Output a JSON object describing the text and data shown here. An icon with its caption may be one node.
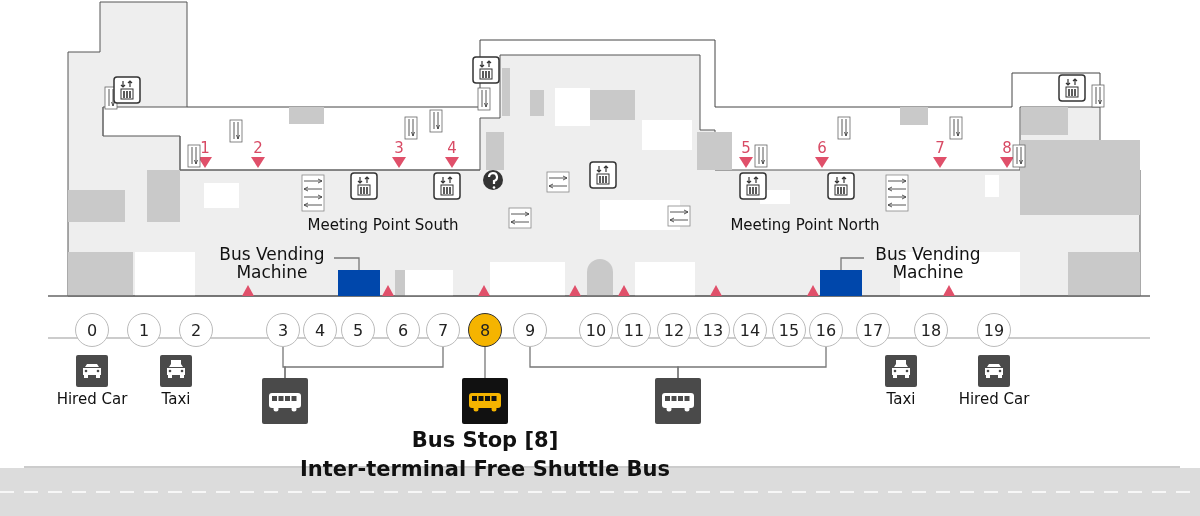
{
  "diagram": {
    "nodes": [
      {
        "text": [
          "0"
        ]
      },
      {
        "text": [
          "1"
        ]
      },
      {
        "text": [
          "2"
        ]
      },
      {
        "text": [
          "3"
        ]
      },
      {
        "text": [
          "4"
        ]
      },
      {
        "text": [
          "5"
        ]
      },
      {
        "text": [
          "6"
        ]
      },
      {
        "text": [
          "7"
        ]
      },
      {
        "text": [
          "8"
        ]
      },
      {
        "text": [
          "9"
        ]
      },
      {
        "text": [
          "10"
        ]
      },
      {
        "text": [
          "11"
        ]
      },
      {
        "text": [
          "12"
        ]
      },
      {
        "text": [
          "13"
        ]
      },
      {
        "text": [
          "14"
        ]
      },
      {
        "text": [
          "15"
        ]
      },
      {
        "text": [
          "16"
        ]
      },
      {
        "text": [
          "17"
        ]
      },
      {
        "text": [
          "18"
        ]
      },
      {
        "text": [
          "19"
        ]
      },
      {
        "text": [
          "Hired Car"
        ]
      },
      {
        "text": [
          "Taxi"
        ]
      },
      {
        "text": [],
        "shape": "picture"
      },
      {
        "text": [
          "Bus Stop [8]",
          "Inter-terminal Free Shuttle Bus"
        ]
      },
      {
        "text": [],
        "shape": "picture"
      },
      {
        "text": [
          "Taxi"
        ]
      },
      {
        "text": [
          "Hired Car"
        ]
      },
      {
        "text": [
          "Bus Vending Machine"
        ]
      },
      {
        "text": [],
        "shape": "box"
      },
      {
        "text": [
          "Bus Vending Machine"
        ]
      },
      {
        "text": [],
        "shape": "box"
      }
    ],
    "edges": [
      {
        "from": 3,
        "to": 22,
        "arrow": "none"
      },
      {
        "from": 7,
        "to": 22,
        "arrow": "none"
      },
      {
        "from": 8,
        "to": 23,
        "arrow": "none"
      },
      {
        "from": 9,
        "to": 24,
        "arrow": "none"
      },
      {
        "from": 16,
        "to": 24,
        "arrow": "none"
      },
      {
        "from": 27,
        "to": 28,
        "arrow": "none"
      },
      {
        "from": 29,
        "to": 30,
        "arrow": "none"
      }
    ],
    "labels": [
      "1",
      "2",
      "3",
      "4",
      "5",
      "6",
      "7",
      "8",
      "Meeting Point South",
      "Meeting Point North"
    ]
  }
}
